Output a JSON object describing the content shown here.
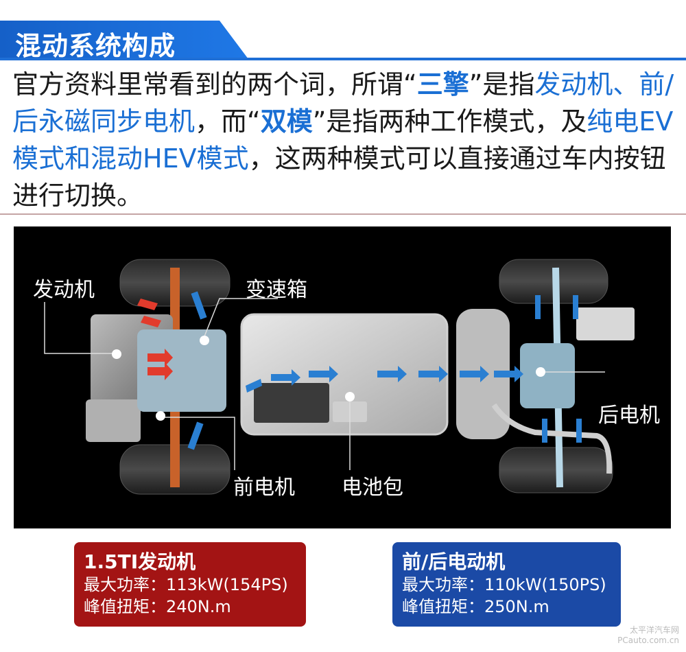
{
  "header": {
    "title": "混动系统构成"
  },
  "intro": {
    "p1": "官方资料里常看到的两个词，所谓“",
    "k1": "三擎",
    "p2": "”是指",
    "b1": "发动机、前/后永磁同步电机",
    "p3": "，而“",
    "k2": "双模",
    "p4": "”是指两种工作模式，及",
    "b2": "纯电EV模式和混动HEV模式",
    "p5": "，这两种模式可以直接通过车内按钮进行切换。"
  },
  "diagram": {
    "labels": {
      "engine": "发动机",
      "gearbox": "变速箱",
      "rear_motor": "后电机",
      "front_motor": "前电机",
      "battery": "电池包"
    }
  },
  "cards": {
    "engine": {
      "title": "1.5TI发动机",
      "power": "最大功率：113kW(154PS)",
      "torque": "峰值扭矩：240N.m"
    },
    "motor": {
      "title": "前/后电动机",
      "power": "最大功率：110kW(150PS)",
      "torque": "峰值扭矩：250N.m"
    }
  },
  "watermark": {
    "line1": "太平洋汽车网",
    "line2": "PCauto.com.cn"
  },
  "colors": {
    "accent_blue": "#1a6fd4",
    "header_blue": "#1f78e6",
    "card_red": "#a31414",
    "card_blue": "#1b4aa6"
  }
}
